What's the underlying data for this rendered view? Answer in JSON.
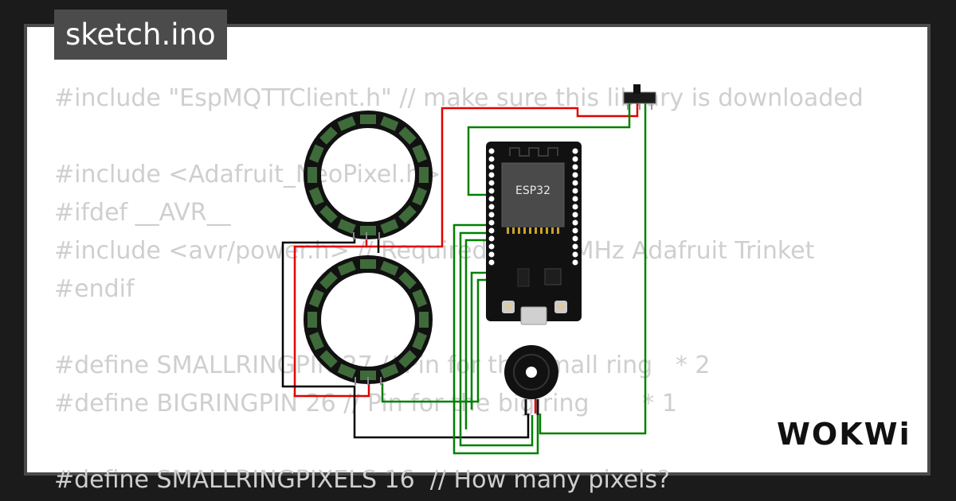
{
  "title": "sketch.ino",
  "code_lines": [
    "#include \"EspMQTTClient.h\" // make sure this library is downloaded",
    "",
    "#include <Adafruit_NeoPixel.h>",
    "#ifdef __AVR__",
    "#include <avr/power.h> // Required for 16 MHz Adafruit Trinket",
    "#endif",
    "",
    "#define SMALLRINGPIN 27 // Pin for the small ring   * 2",
    "#define BIGRINGPIN 26 // Pin for the big ring       * 1",
    "",
    "#define SMALLRINGPIXELS 16  // How many pixels?"
  ],
  "board": {
    "label": "ESP32"
  },
  "logo": {
    "text": "WOKWi"
  },
  "colors": {
    "background": "#1b1b1b",
    "card": "#ffffff",
    "code_text": "#cfcfcf",
    "badge": "#4b4b4b",
    "wire_red": "#e00000",
    "wire_green": "#008000",
    "wire_black": "#000000",
    "ring_segment": "#3f6b3a",
    "board": "#111111"
  }
}
